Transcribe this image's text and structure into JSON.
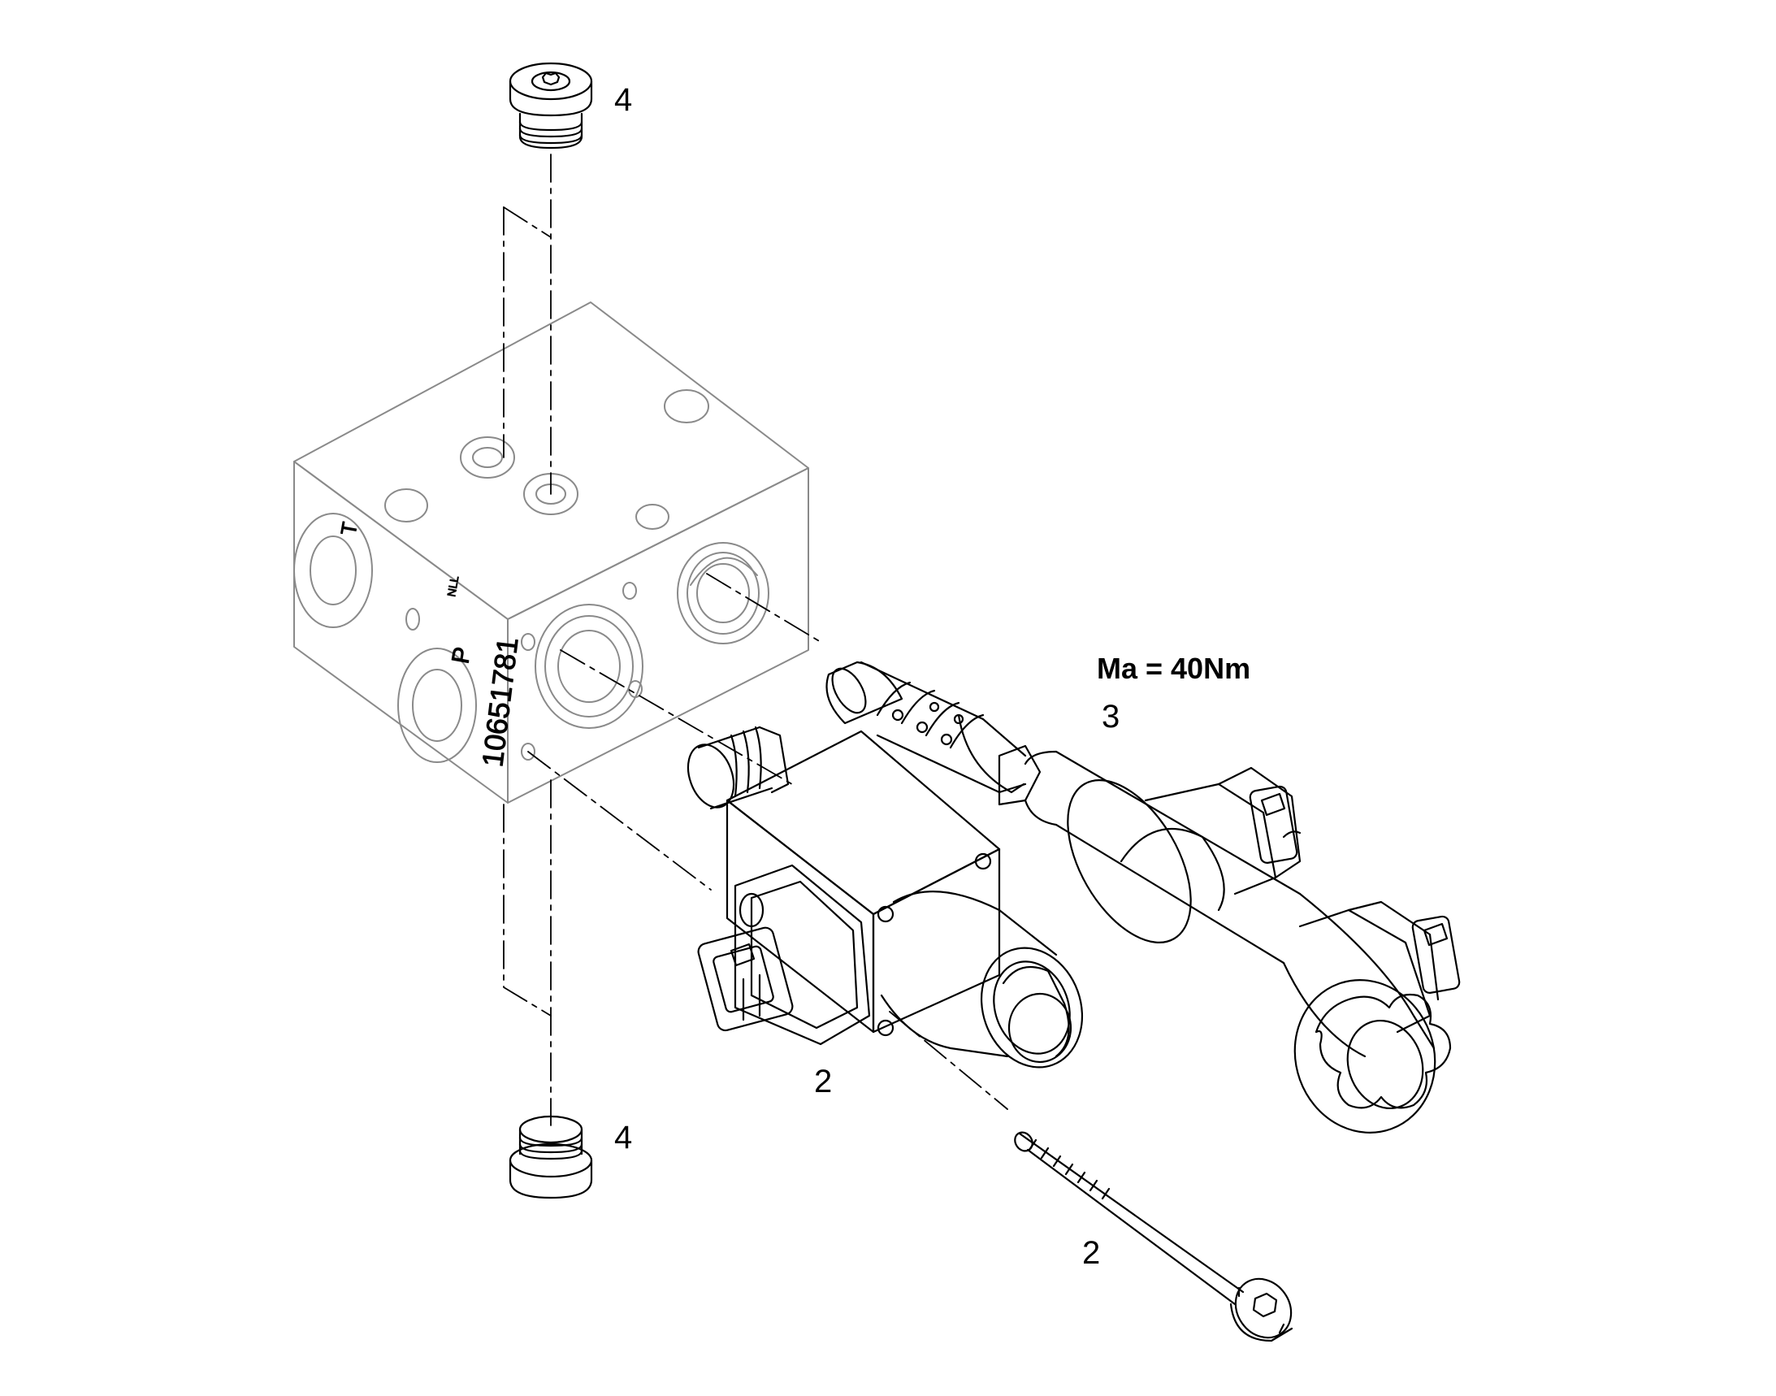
{
  "diagram": {
    "callouts": {
      "plug_top": "4",
      "plug_bottom": "4",
      "cartridge": "3",
      "solenoid_valve": "2",
      "screw": "2"
    },
    "torque_label": "Ma = 40Nm",
    "block_markings": {
      "part_number": "10651781",
      "port_p": "P",
      "port_t": "T",
      "small_mark": "NLL"
    }
  }
}
